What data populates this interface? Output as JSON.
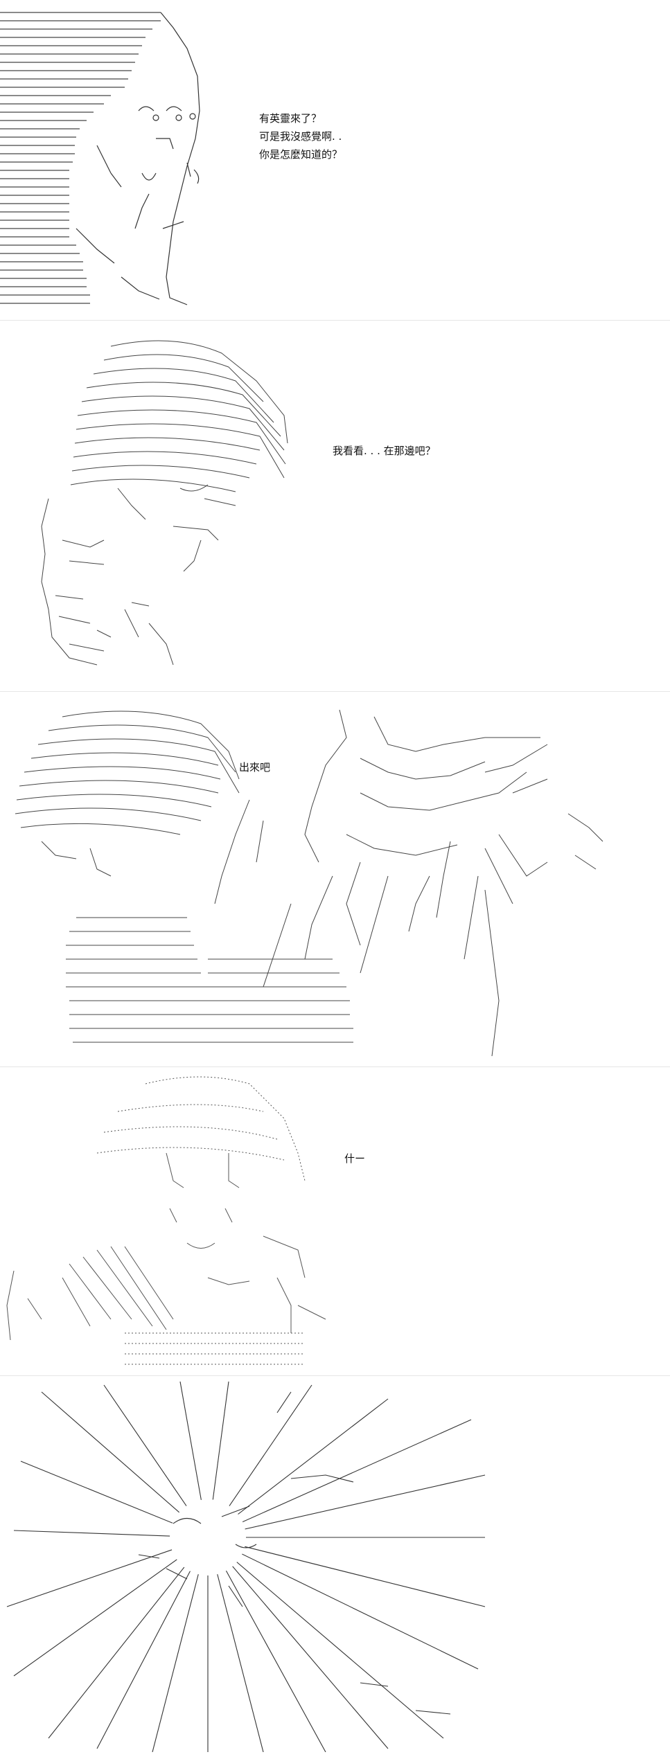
{
  "colors": {
    "background": "#ffffff",
    "ink": "#000000",
    "line_art": "#333333"
  },
  "panels": [
    {
      "id": "panel-1",
      "dialogue": [
        "有英靈來了？",
        "可是我沒感覺啊. .",
        "你是怎麼知道的？"
      ]
    },
    {
      "id": "panel-2",
      "dialogue": [
        "我看看. . . 在那邊吧？"
      ]
    },
    {
      "id": "panel-3",
      "dialogue": [
        "出來吧"
      ]
    },
    {
      "id": "panel-4",
      "dialogue": [
        "什ー"
      ]
    },
    {
      "id": "panel-5",
      "dialogue": []
    }
  ]
}
